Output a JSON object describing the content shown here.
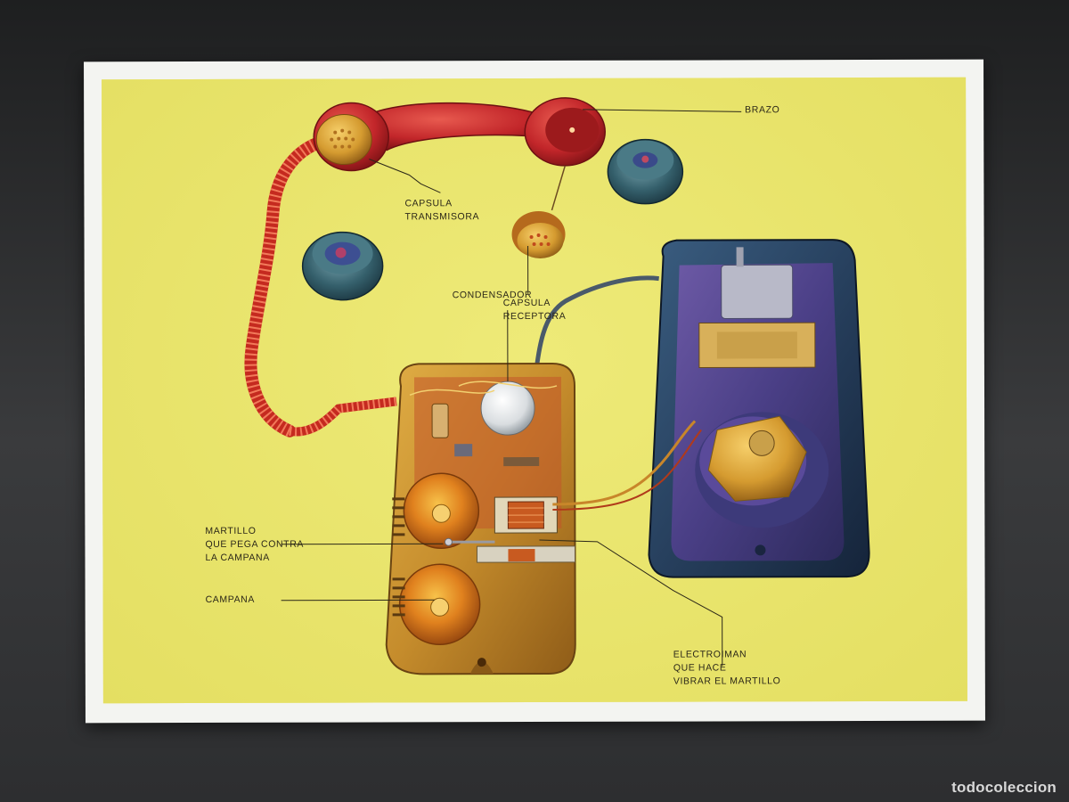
{
  "labels": {
    "brazo": [
      "BRAZO"
    ],
    "capsula_transmisora": [
      "CAPSULA",
      "TRANSMISORA"
    ],
    "capsula_receptora": [
      "CAPSULA",
      "RECEPTORA"
    ],
    "condensador": [
      "CONDENSADOR"
    ],
    "martillo": [
      "MARTILLO",
      "QUE PEGA CONTRA",
      "LA CAMPANA"
    ],
    "campana": [
      "CAMPANA"
    ],
    "electroiman": [
      "ELECTROIMAN",
      "QUE HACE",
      "VIBRAR EL MARTILLO"
    ]
  },
  "watermark": "todocoleccion",
  "colors": {
    "panel": "#e9e56e",
    "card": "#f3f4f1",
    "handset": "#c8262a",
    "base": "#c9902e",
    "housing": "#243a55",
    "leader": "#2b2718"
  }
}
